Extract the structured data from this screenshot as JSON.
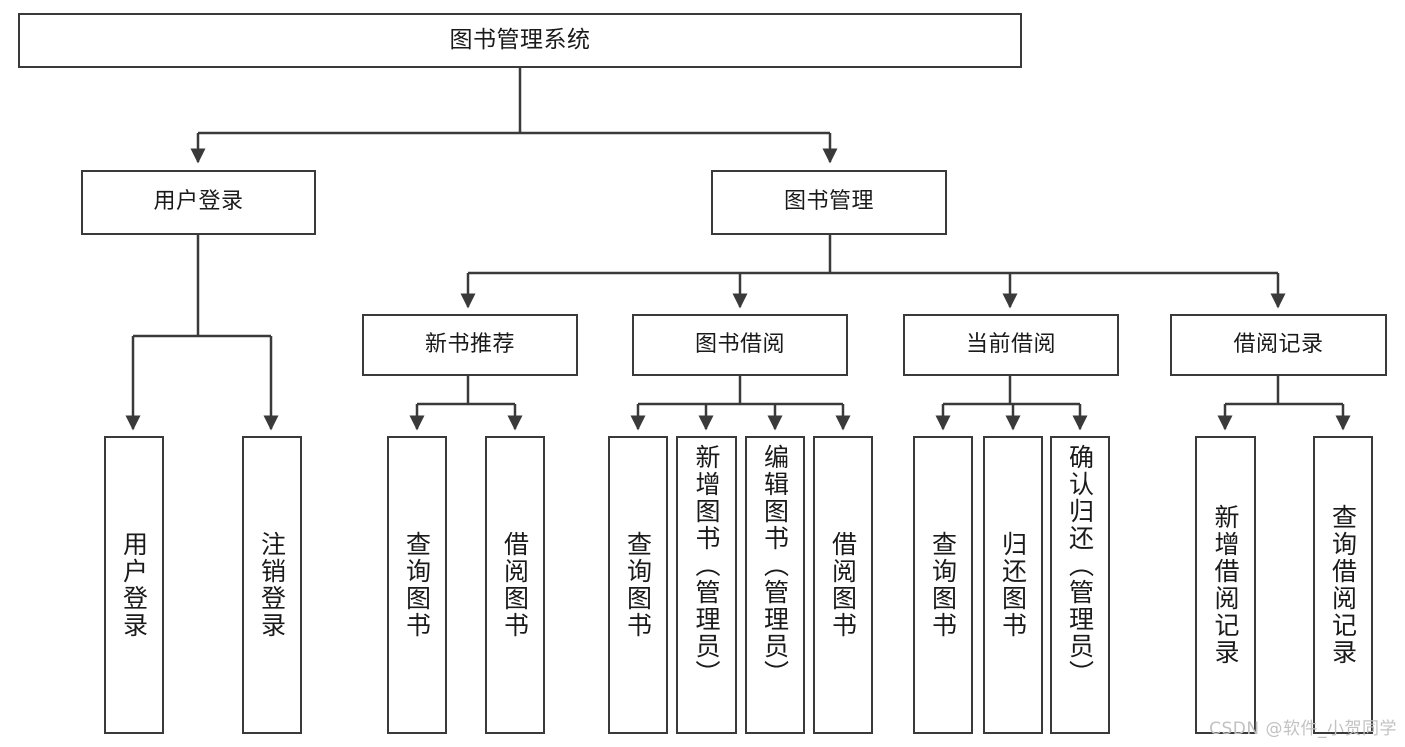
{
  "diagram": {
    "title": "图书管理系统",
    "type": "tree-hierarchy-diagram",
    "watermark": "CSDN @软件_小贺同学",
    "colors": {
      "stroke": "#3a3a3a",
      "text": "#1a1a1a",
      "background": "#ffffff",
      "watermark": "#c2c2c2"
    },
    "root": {
      "label": "图书管理系统"
    },
    "level2": [
      {
        "label": "用户登录"
      },
      {
        "label": "图书管理"
      }
    ],
    "level3": [
      {
        "label": "新书推荐"
      },
      {
        "label": "图书借阅"
      },
      {
        "label": "当前借阅"
      },
      {
        "label": "借阅记录"
      }
    ],
    "leaves": {
      "user_login": [
        {
          "label": "用户登录"
        },
        {
          "label": "注销登录"
        }
      ],
      "new_book_recommend": [
        {
          "label": "查询图书"
        },
        {
          "label": "借阅图书"
        }
      ],
      "book_borrow": [
        {
          "label": "查询图书"
        },
        {
          "label": "新增图书（管理员）"
        },
        {
          "label": "编辑图书（管理员）"
        },
        {
          "label": "借阅图书"
        }
      ],
      "current_borrow": [
        {
          "label": "查询图书"
        },
        {
          "label": "归还图书"
        },
        {
          "label": "确认归还（管理员）"
        }
      ],
      "borrow_record": [
        {
          "label": "新增借阅记录"
        },
        {
          "label": "查询借阅记录"
        }
      ]
    }
  }
}
